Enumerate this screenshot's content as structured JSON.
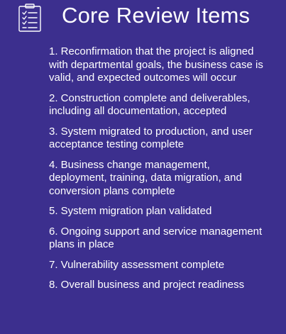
{
  "colors": {
    "background": "#3c2f8e",
    "text": "#ffffff"
  },
  "header": {
    "icon": "checklist-clipboard-icon",
    "title": "Core Review Items"
  },
  "items": [
    "1. Reconfirmation that the project is aligned with departmental goals, the business case is valid, and expected outcomes will occur",
    "2. Construction complete and deliverables, including all documentation, accepted",
    "3. System migrated to production, and user acceptance testing complete",
    "4. Business change management, deployment, training, data migration, and conversion plans complete",
    "5. System migration plan validated",
    "6. Ongoing support and service management plans in place",
    "7. Vulnerability assessment complete",
    "8. Overall business and project readiness"
  ]
}
